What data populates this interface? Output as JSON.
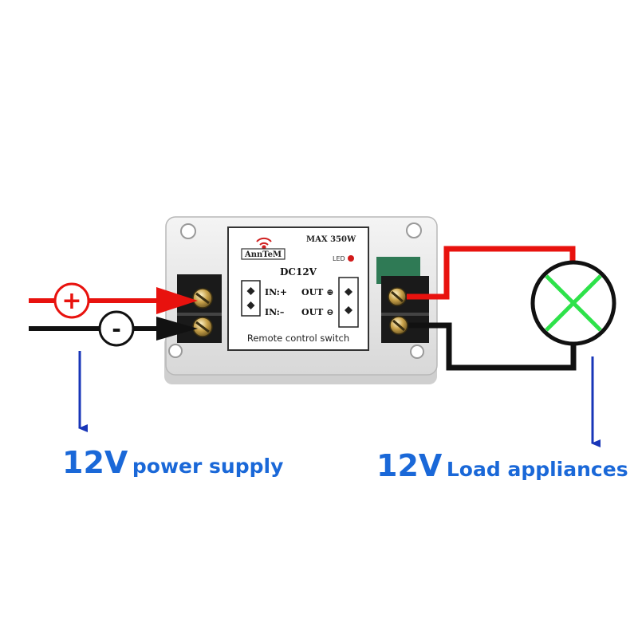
{
  "module": {
    "brand": "AnnTeM",
    "max_rating": "MAX  350W",
    "led_label": "LED",
    "voltage": "DC12V",
    "in_plus": "IN:+",
    "in_minus": "IN:–",
    "out_plus": "OUT ⊕",
    "out_minus": "OUT ⊖",
    "caption": "Remote  control  switch"
  },
  "wiring": {
    "positive_symbol": "+",
    "negative_symbol": "-"
  },
  "captions": {
    "left_voltage": "12V",
    "left_text": "power supply",
    "right_voltage": "12V",
    "right_text": "Load appliances"
  },
  "colors": {
    "positive_wire": "#e8120e",
    "negative_wire": "#111111",
    "caption_blue": "#1a68d8",
    "arrow_blue": "#1836b8",
    "lamp_cross": "#2ee24a",
    "module_body": "#ececec"
  },
  "icons": [
    "wireless-signal-icon",
    "led-indicator-icon",
    "lamp-icon",
    "terminal-screw-icon",
    "arrow-down-icon"
  ]
}
